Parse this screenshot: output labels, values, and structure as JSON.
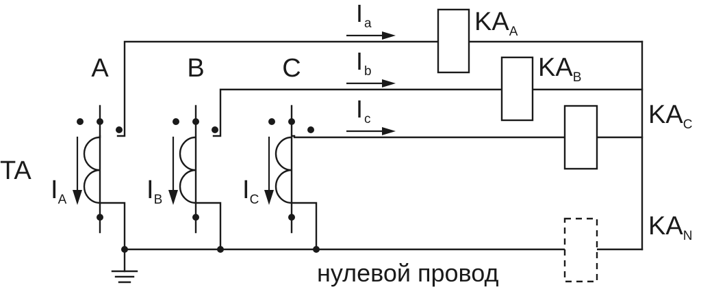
{
  "diagram": {
    "phases": {
      "a": "A",
      "b": "B",
      "c": "C"
    },
    "transformer_label": "TA",
    "secondary_currents": {
      "a": {
        "main": "I",
        "sub": "A"
      },
      "b": {
        "main": "I",
        "sub": "B"
      },
      "c": {
        "main": "I",
        "sub": "C"
      }
    },
    "line_currents": {
      "a": {
        "main": "I",
        "sub": "a"
      },
      "b": {
        "main": "I",
        "sub": "b"
      },
      "c": {
        "main": "I",
        "sub": "c"
      }
    },
    "relays": {
      "a": {
        "main": "KA",
        "sub": "A"
      },
      "b": {
        "main": "KA",
        "sub": "B"
      },
      "c": {
        "main": "KA",
        "sub": "C"
      },
      "n": {
        "main": "KA",
        "sub": "N"
      }
    },
    "neutral_wire_label": "нулевой провод",
    "icons": {
      "ground": "ground-symbol-icon"
    }
  }
}
